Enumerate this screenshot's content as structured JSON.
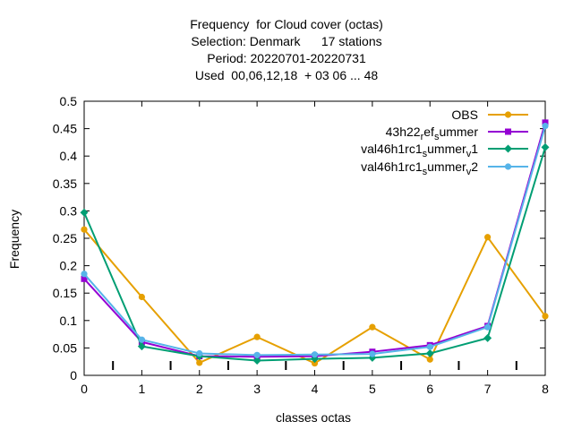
{
  "chart_data": {
    "type": "line",
    "title_lines": [
      "Frequency  for Cloud cover (octas)",
      "Selection: Denmark      17 stations",
      "Period: 20220701-20220731",
      "Used  00,06,12,18  + 03 06 ... 48"
    ],
    "xlabel": "classes octas",
    "ylabel": "Frequency",
    "xlim": [
      0,
      8
    ],
    "ylim": [
      0,
      0.5
    ],
    "x_ticks": [
      "0",
      "1",
      "2",
      "3",
      "4",
      "5",
      "6",
      "7",
      "8"
    ],
    "y_ticks": [
      "0",
      "0.05",
      "0.1",
      "0.15",
      "0.2",
      "0.25",
      "0.3",
      "0.35",
      "0.4",
      "0.45",
      "0.5"
    ],
    "minor_x_ticks": [
      0.5,
      1.5,
      2.5,
      3.5,
      4.5,
      5.5,
      6.5,
      7.5
    ],
    "grid": false,
    "legend_position": "top-right",
    "x": [
      0,
      1,
      2,
      3,
      4,
      5,
      6,
      7,
      8
    ],
    "series": [
      {
        "name": "OBS",
        "color": "#e6a000",
        "marker": "circle",
        "values": [
          0.266,
          0.143,
          0.023,
          0.07,
          0.022,
          0.088,
          0.029,
          0.252,
          0.108
        ]
      },
      {
        "name": "43h22_ref_summer",
        "color": "#9400d3",
        "marker": "square",
        "values": [
          0.176,
          0.061,
          0.035,
          0.034,
          0.035,
          0.043,
          0.055,
          0.09,
          0.461
        ]
      },
      {
        "name": "val46h1rc1_summer_v1",
        "color": "#009e73",
        "marker": "diamond",
        "values": [
          0.297,
          0.053,
          0.035,
          0.027,
          0.03,
          0.032,
          0.04,
          0.068,
          0.416
        ]
      },
      {
        "name": "val46h1rc1_summer_v2",
        "color": "#56b4e9",
        "marker": "circle",
        "values": [
          0.185,
          0.065,
          0.04,
          0.037,
          0.038,
          0.039,
          0.052,
          0.088,
          0.455
        ]
      }
    ]
  }
}
